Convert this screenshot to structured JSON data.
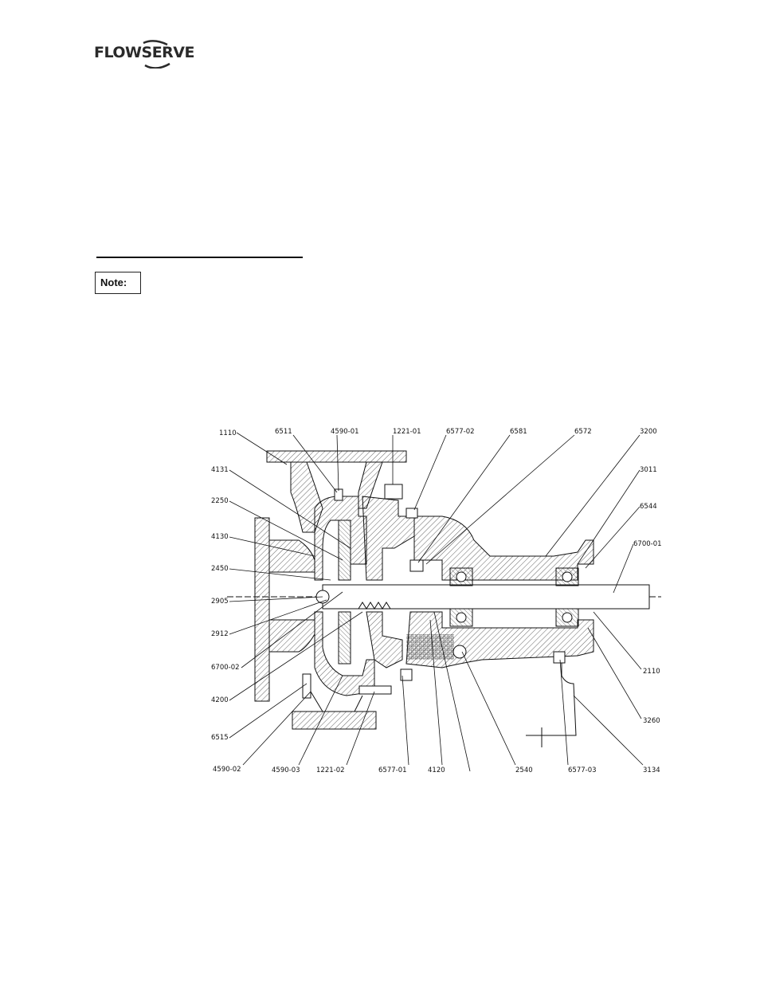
{
  "header": {
    "logo_text": "FLOWSERVE"
  },
  "note": {
    "label": "Note:"
  },
  "drawing": {
    "callouts": [
      "1110",
      "6511",
      "4590-01",
      "1221-01",
      "6577-02",
      "6581",
      "6572",
      "3200",
      "3011",
      "6544",
      "6700-01",
      "4131",
      "2250",
      "4130",
      "2450",
      "2905",
      "2912",
      "6700-02",
      "4200",
      "6515",
      "4590-02",
      "4590-03",
      "1221-02",
      "6577-01",
      "4120",
      "2540",
      "6577-03",
      "3134",
      "3260",
      "2110"
    ]
  }
}
